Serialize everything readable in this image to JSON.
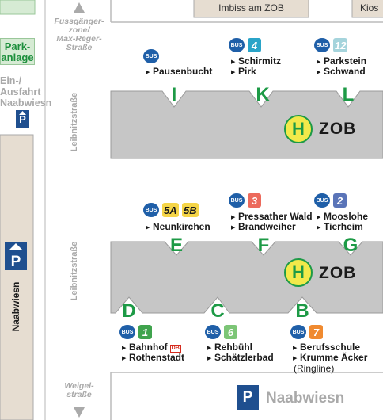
{
  "streets": {
    "top": "Fussgänger-\nzone/\nMax-Reger-\nStraße",
    "bottom": "Weigel-\nstraße",
    "leibnitz_upper": "Leibnitzstraße",
    "leibnitz_lower": "Leibnitzstraße",
    "naabwiesn_vertical": "Naabwiesn"
  },
  "labels": {
    "parkanlage": "Park-\nanlage",
    "einfahrt": "Ein-/\nAusfahrt\nNaabwiesn",
    "imbiss": "Imbiss am ZOB",
    "kiosk": "Kios",
    "parking_bottom": "Naabwiesn"
  },
  "icons": {
    "parking": "P",
    "bus_badge": "BUS",
    "db": "DB"
  },
  "colors": {
    "bus_blue": "#1f5fa8",
    "platform_green": "#1d9a46",
    "station_gray": "#c6c6c6",
    "hub_yellow": "#f2e94a"
  },
  "hub": {
    "letter": "H",
    "name": "ZOB"
  },
  "stops": {
    "I": {
      "platform": "I",
      "lines": [],
      "destinations": [
        "Pausenbucht"
      ],
      "note": ""
    },
    "K": {
      "platform": "K",
      "lines": [
        {
          "num": "4",
          "color": "#2aa4c8"
        }
      ],
      "destinations": [
        "Schirmitz",
        "Pirk"
      ],
      "note": ""
    },
    "L": {
      "platform": "L",
      "lines": [
        {
          "num": "12",
          "color": "#a5d4dc"
        }
      ],
      "destinations": [
        "Parkstein",
        "Schwand"
      ],
      "note": ""
    },
    "E": {
      "platform": "E",
      "lines": [
        {
          "num": "5A",
          "color": "#f5d547"
        },
        {
          "num": "5B",
          "color": "#f5d547"
        }
      ],
      "destinations": [
        "Neunkirchen"
      ],
      "note": ""
    },
    "F": {
      "platform": "F",
      "lines": [
        {
          "num": "3",
          "color": "#ec6a5c"
        }
      ],
      "destinations": [
        "Pressather Wald",
        "Brandweiher"
      ],
      "note": ""
    },
    "G": {
      "platform": "G",
      "lines": [
        {
          "num": "2",
          "color": "#5a74b8"
        }
      ],
      "destinations": [
        "Mooslohe",
        "Tierheim"
      ],
      "note": ""
    },
    "D": {
      "platform": "D",
      "lines": [
        {
          "num": "1",
          "color": "#3fa34d"
        }
      ],
      "destinations": [
        "Bahnhof",
        "Rothenstadt"
      ],
      "note": ""
    },
    "C": {
      "platform": "C",
      "lines": [
        {
          "num": "6",
          "color": "#7cc576"
        }
      ],
      "destinations": [
        "Rehbühl",
        "Schätzlerbad"
      ],
      "note": ""
    },
    "B": {
      "platform": "B",
      "lines": [
        {
          "num": "7",
          "color": "#f08a30"
        }
      ],
      "destinations": [
        "Berufsschule",
        "Krumme Äcker"
      ],
      "note": "(Ringline)"
    }
  }
}
